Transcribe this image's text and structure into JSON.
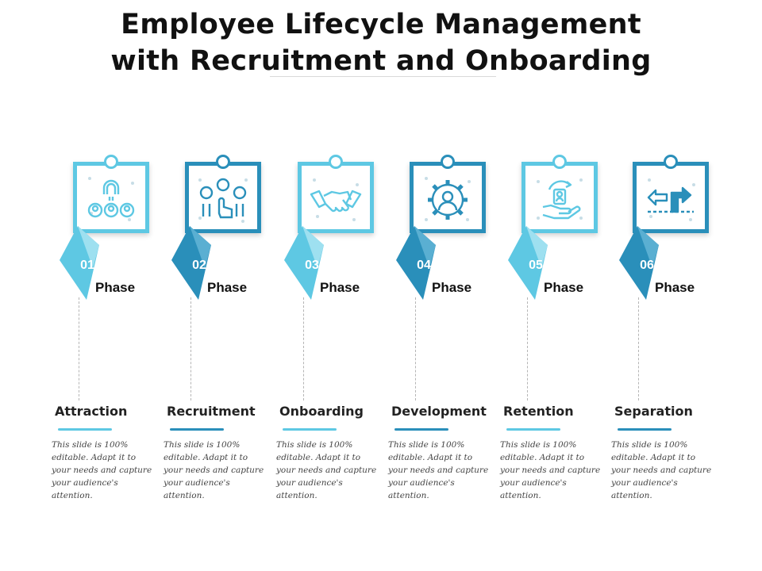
{
  "title": {
    "line1": "Employee Lifecycle Management",
    "line2": "with Recruitment and Onboarding"
  },
  "colors": {
    "light": "#5ec8e3",
    "dark": "#2a8fba"
  },
  "phases": [
    {
      "number": "01",
      "label": "Phase",
      "stage": "Attraction",
      "icon": "magnet-people-icon",
      "tone": "light",
      "description": "This slide is 100% editable. Adapt it to your needs and capture your audience's attention."
    },
    {
      "number": "02",
      "label": "Phase",
      "stage": "Recruitment",
      "icon": "select-candidate-icon",
      "tone": "dark",
      "description": "This slide is 100% editable. Adapt it to your needs and capture your audience's attention."
    },
    {
      "number": "03",
      "label": "Phase",
      "stage": "Onboarding",
      "icon": "handshake-icon",
      "tone": "light",
      "description": "This slide is 100% editable. Adapt it to your needs and capture your audience's attention."
    },
    {
      "number": "04",
      "label": "Phase",
      "stage": "Development",
      "icon": "gear-person-icon",
      "tone": "dark",
      "description": "This slide is 100% editable. Adapt it to your needs and capture your audience's attention."
    },
    {
      "number": "05",
      "label": "Phase",
      "stage": "Retention",
      "icon": "hand-retain-icon",
      "tone": "light",
      "description": "This slide is 100% editable. Adapt it to your needs and capture your audience's attention."
    },
    {
      "number": "06",
      "label": "Phase",
      "stage": "Separation",
      "icon": "exit-arrow-icon",
      "tone": "dark",
      "description": "This slide is 100% editable. Adapt it to your needs and capture your audience's attention."
    }
  ]
}
